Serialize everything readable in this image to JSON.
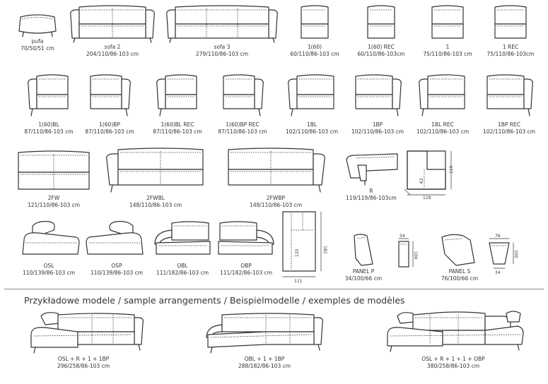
{
  "section_title": "Przykładowe modele / sample arrangements / Beispielmodelle / exemples de modèles",
  "row1": [
    {
      "name": "pufa",
      "dims": "70/50/51 cm"
    },
    {
      "name": "sofa 2",
      "dims": "204/110/86-103 cm"
    },
    {
      "name": "sofa 3",
      "dims": "279/110/86-103 cm"
    },
    {
      "name": "1(60)",
      "dims": "60/110/86-103 cm"
    },
    {
      "name": "1(60) REC",
      "dims": "60/110/86-103cm"
    },
    {
      "name": "1",
      "dims": "75/110/86-103 cm"
    },
    {
      "name": "1 REC",
      "dims": "75/110/86-103cm"
    }
  ],
  "row2": [
    {
      "name": "1(60)BL",
      "dims": "87/110/86-103 cm"
    },
    {
      "name": "1(60)BP",
      "dims": "87/110/86-103 cm"
    },
    {
      "name": "1(60)BL REC",
      "dims": "87/110/86-103 cm"
    },
    {
      "name": "1(60)BP REC",
      "dims": "87/110/86-103 cm"
    },
    {
      "name": "1BL",
      "dims": "102/110/86-103 cm"
    },
    {
      "name": "1BP",
      "dims": "102/110/86-103 cm"
    },
    {
      "name": "1BL REC",
      "dims": "102/110/86-103 cm"
    },
    {
      "name": "1BP REC",
      "dims": "102/110/86-103 cm"
    }
  ],
  "row3": [
    {
      "name": "2FW",
      "dims": "121/110/86-103 cm"
    },
    {
      "name": "2FWBL",
      "dims": "148/110/86-103 cm"
    },
    {
      "name": "2FWBP",
      "dims": "148/110/86-103 cm"
    },
    {
      "name": "R",
      "dims": "119/119/86-103cm"
    }
  ],
  "row4": [
    {
      "name": "OSL",
      "dims": "110/139/86-103 cm"
    },
    {
      "name": "OSP",
      "dims": "110/139/86-103 cm"
    },
    {
      "name": "OBL",
      "dims": "111/182/86-103 cm"
    },
    {
      "name": "OBP",
      "dims": "111/182/86-103 cm"
    },
    {
      "name": "PANEL P",
      "dims": "34/100/66 cm"
    },
    {
      "name": "PANEL S",
      "dims": "76/100/66 cm"
    }
  ],
  "arrangements": [
    {
      "name": "OSL + R + 1 + 1BP",
      "dims": "296/258/86-103 cm"
    },
    {
      "name": "OBL + 1 + 1BP",
      "dims": "288/182/86-103 cm"
    },
    {
      "name": "OSL + R + 1 + 1 + OBP",
      "dims": "380/258/86-103 cm"
    }
  ],
  "plan_dims": {
    "R_w": "119",
    "R_h": "119",
    "R_inner": "62",
    "OB_h": "182",
    "OB_inner": "125",
    "OB_w": "111",
    "PP_w": "34",
    "PP_h": "100",
    "PS_w": "76",
    "PS_h": "100",
    "PS_bottom": "34"
  }
}
